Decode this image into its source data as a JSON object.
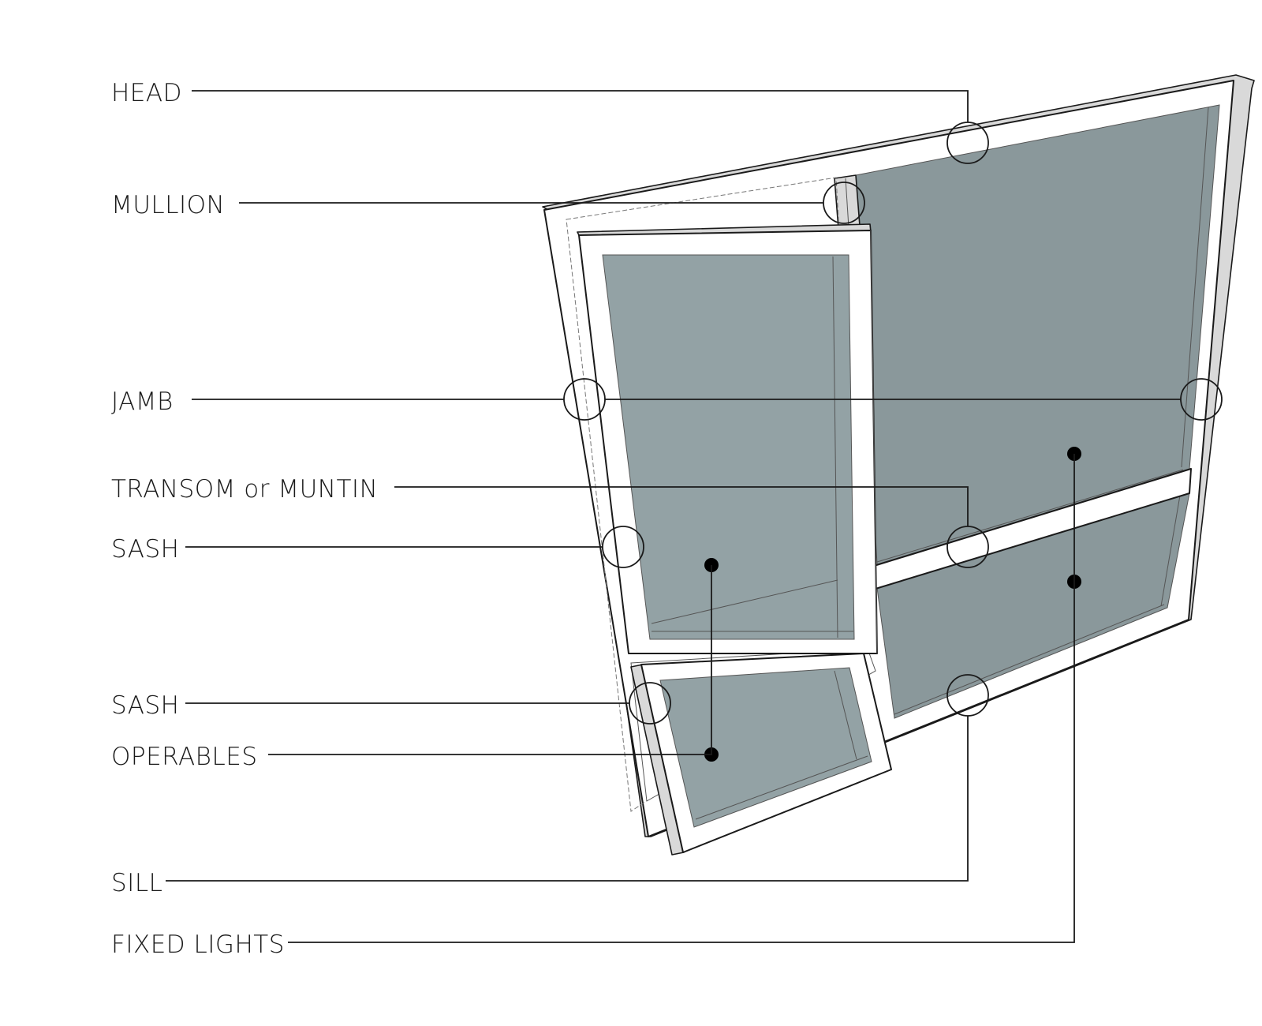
{
  "labels": {
    "head": "HEAD",
    "mullion": "MULLION",
    "jamb": "JAMB",
    "transom": "TRANSOM or MUNTIN",
    "sash_upper": "SASH",
    "sash_lower": "SASH",
    "operables": "OPERABLES",
    "sill": "SILL",
    "fixed_lights": "FIXED LIGHTS"
  },
  "colors": {
    "glass_fixed": "#8a989b",
    "glass_operable": "#93a2a5",
    "frame": "#ffffff",
    "frame_edge": "#d9d9d9",
    "ink": "#1a1a1a"
  }
}
